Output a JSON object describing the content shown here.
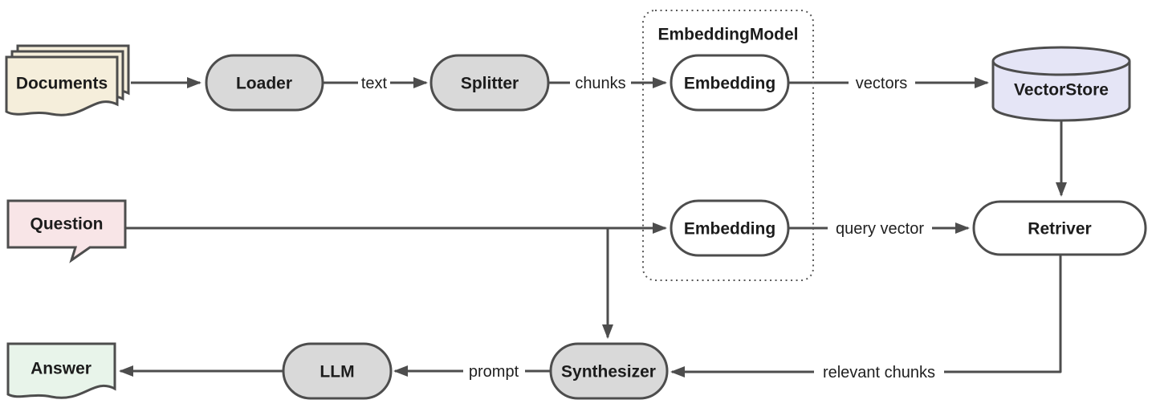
{
  "diagram": {
    "group": {
      "title": "EmbeddingModel"
    },
    "nodes": {
      "documents": {
        "label": "Documents",
        "fill": "#f5eedb"
      },
      "loader": {
        "label": "Loader",
        "fill": "#d9d9d9"
      },
      "splitter": {
        "label": "Splitter",
        "fill": "#d9d9d9"
      },
      "embedding_index": {
        "label": "Embedding",
        "fill": "#ffffff"
      },
      "embedding_query": {
        "label": "Embedding",
        "fill": "#ffffff"
      },
      "vector_store": {
        "label": "VectorStore",
        "fill": "#e5e5f6"
      },
      "question": {
        "label": "Question",
        "fill": "#f8e5e7"
      },
      "retriver": {
        "label": "Retriver",
        "fill": "#ffffff"
      },
      "synthesizer": {
        "label": "Synthesizer",
        "fill": "#d9d9d9"
      },
      "llm": {
        "label": "LLM",
        "fill": "#d9d9d9"
      },
      "answer": {
        "label": "Answer",
        "fill": "#e8f4ea"
      }
    },
    "edges": {
      "text": {
        "label": "text"
      },
      "chunks": {
        "label": "chunks"
      },
      "vectors": {
        "label": "vectors"
      },
      "query_vector": {
        "label": "query vector"
      },
      "relevant_chunks": {
        "label": "relevant chunks"
      },
      "prompt": {
        "label": "prompt"
      }
    },
    "colors": {
      "stroke": "#4d4d4d",
      "label_text": "#1f1f1f",
      "background": "#ffffff"
    }
  }
}
